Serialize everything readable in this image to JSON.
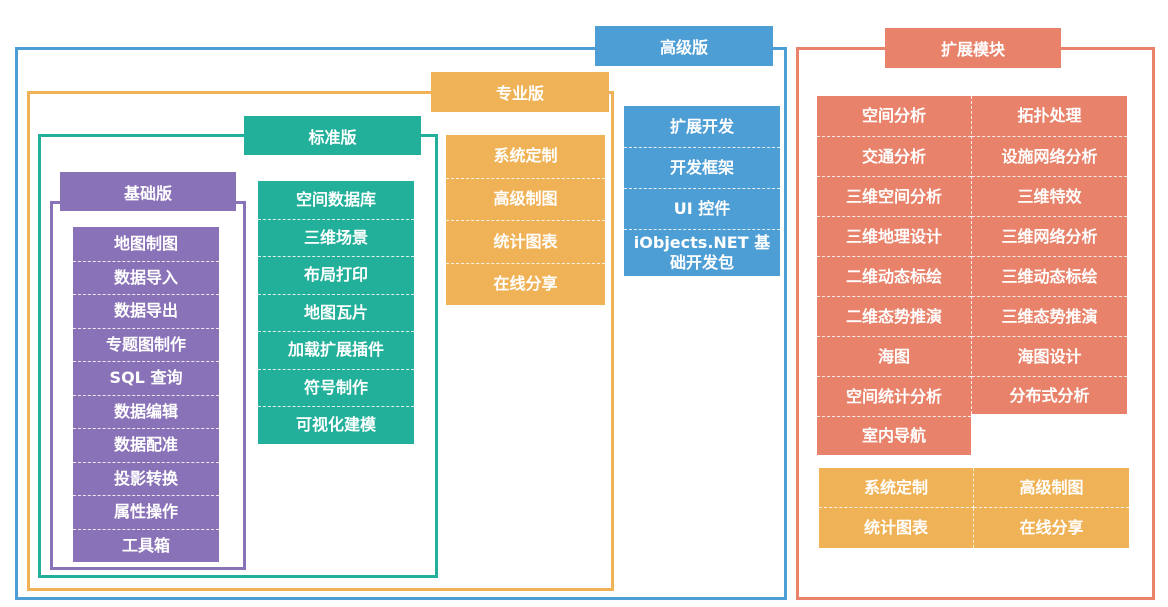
{
  "colors": {
    "basic": "#8a72b8",
    "standard": "#22b09a",
    "professional": "#f0b256",
    "advanced": "#4e9ed6",
    "extension": "#e8826a"
  },
  "editions": {
    "advanced": {
      "title": "高级版",
      "items": [
        "扩展开发",
        "开发框架",
        "UI 控件",
        "iObjects.NET 基础开发包"
      ]
    },
    "professional": {
      "title": "专业版",
      "items": [
        "系统定制",
        "高级制图",
        "统计图表",
        "在线分享"
      ]
    },
    "standard": {
      "title": "标准版",
      "items": [
        "空间数据库",
        "三维场景",
        "布局打印",
        "地图瓦片",
        "加载扩展插件",
        "符号制作",
        "可视化建模"
      ]
    },
    "basic": {
      "title": "基础版",
      "items": [
        "地图制图",
        "数据导入",
        "数据导出",
        "专题图制作",
        "SQL 查询",
        "数据编辑",
        "数据配准",
        "投影转换",
        "属性操作",
        "工具箱"
      ]
    }
  },
  "extension": {
    "title": "扩展模块",
    "left": [
      "空间分析",
      "交通分析",
      "三维空间分析",
      "三维地理设计",
      "二维动态标绘",
      "二维态势推演",
      "海图",
      "空间统计分析",
      "室内导航"
    ],
    "right": [
      "拓扑处理",
      "设施网络分析",
      "三维特效",
      "三维网络分析",
      "三维动态标绘",
      "三维态势推演",
      "海图设计",
      "分布式分析"
    ],
    "yellow": [
      "系统定制",
      "高级制图",
      "统计图表",
      "在线分享"
    ]
  }
}
